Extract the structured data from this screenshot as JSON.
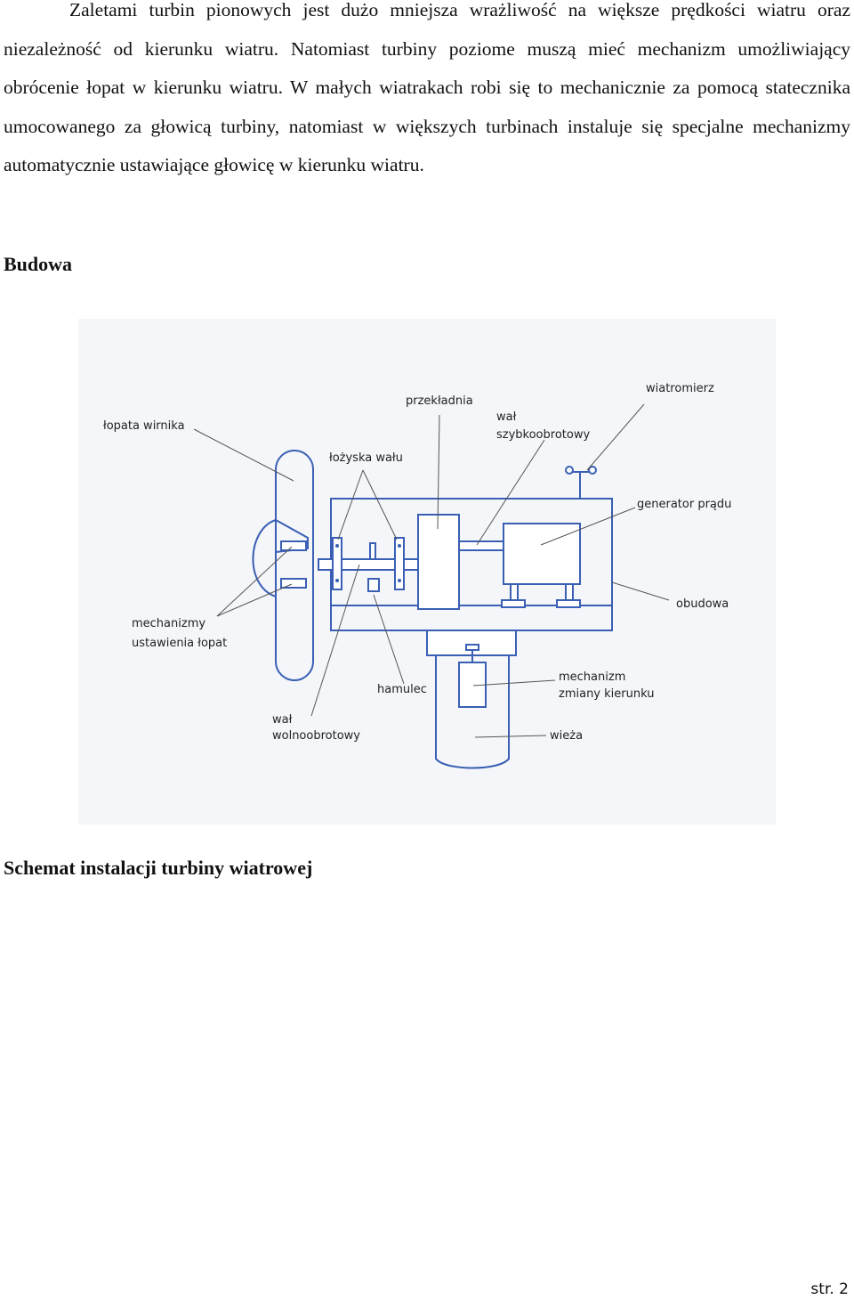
{
  "document": {
    "paragraph": "Zaletami turbin pionowych jest dużo mniejsza wrażliwość na większe prędkości wiatru oraz niezależność od kierunku wiatru. Natomiast turbiny poziome muszą mieć mechanizm umożliwiający obrócenie łopat w kierunku wiatru. W małych wiatrakach robi się to mechanicznie za pomocą statecznika umocowanego za głowicą turbiny, natomiast w większych turbinach instaluje się specjalne mechanizmy automatycznie ustawiające głowicę w kierunku wiatru.",
    "section_heading": "Budowa",
    "figure_caption": "Schemat instalacji turbiny wiatrowej",
    "page_number": "str. 2"
  },
  "diagram": {
    "labels": {
      "lopata": "łopata wirnika",
      "przekladnia": "przekładnia",
      "wiatromierz": "wiatromierz",
      "wal_szybko_1": "wał",
      "wal_szybko_2": "szybkoobrotowy",
      "lozyska": "łożyska wału",
      "generator": "generator prądu",
      "obudowa": "obudowa",
      "mechanizmy_1": "mechanizmy",
      "mechanizmy_2": "ustawienia łopat",
      "mech_kierunku_1": "mechanizm",
      "mech_kierunku_2": "zmiany kierunku",
      "hamulec": "hamulec",
      "wal_wolno_1": "wał",
      "wal_wolno_2": "wolnoobrotowy",
      "wieza": "wieża"
    },
    "colors": {
      "parts": "#3a5fb4",
      "leaders": "#555555",
      "background": "#f4f6f9"
    }
  }
}
